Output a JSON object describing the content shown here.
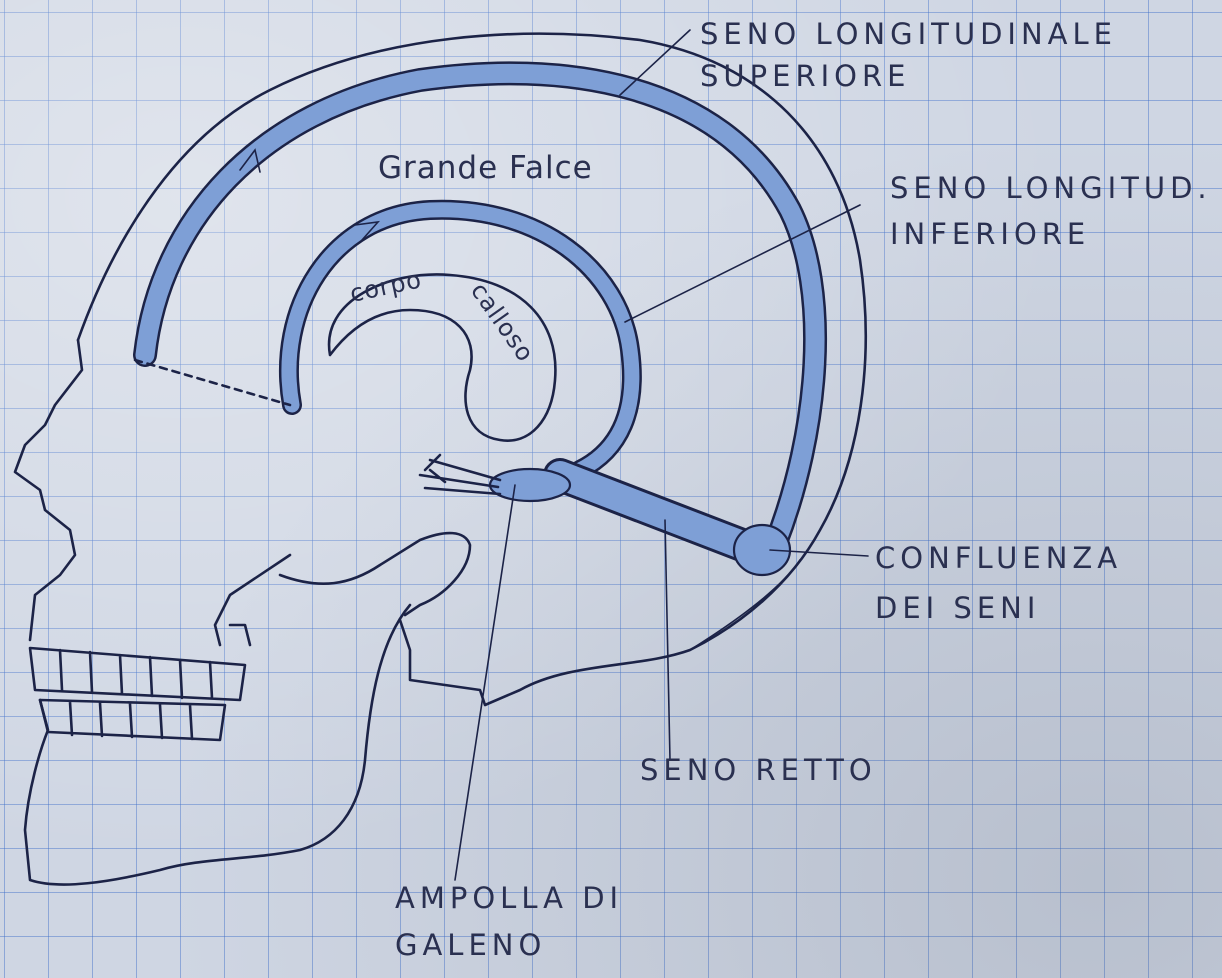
{
  "labels": {
    "seno_long_sup_line1": "SENO LONGITUDINALE",
    "seno_long_sup_line2": "SUPERIORE",
    "grande_falce": "Grande Falce",
    "seno_long_inf_line1": "SENO LONGITUD.",
    "seno_long_inf_line2": "INFERIORE",
    "corpo_calloso_part1": "corpo",
    "corpo_calloso_part2": "calloso",
    "confluenza_line1": "CONFLUENZA",
    "confluenza_line2": "DEI SENI",
    "seno_retto": "SENO RETTO",
    "ampolla_line1": "AMPOLLA DI",
    "ampolla_line2": "GALENO"
  },
  "colors": {
    "ink": "#1c2347",
    "sinus_fill": "#7e9fd6",
    "grid": "#3c6ec8",
    "paper": "#cfd6e3"
  }
}
